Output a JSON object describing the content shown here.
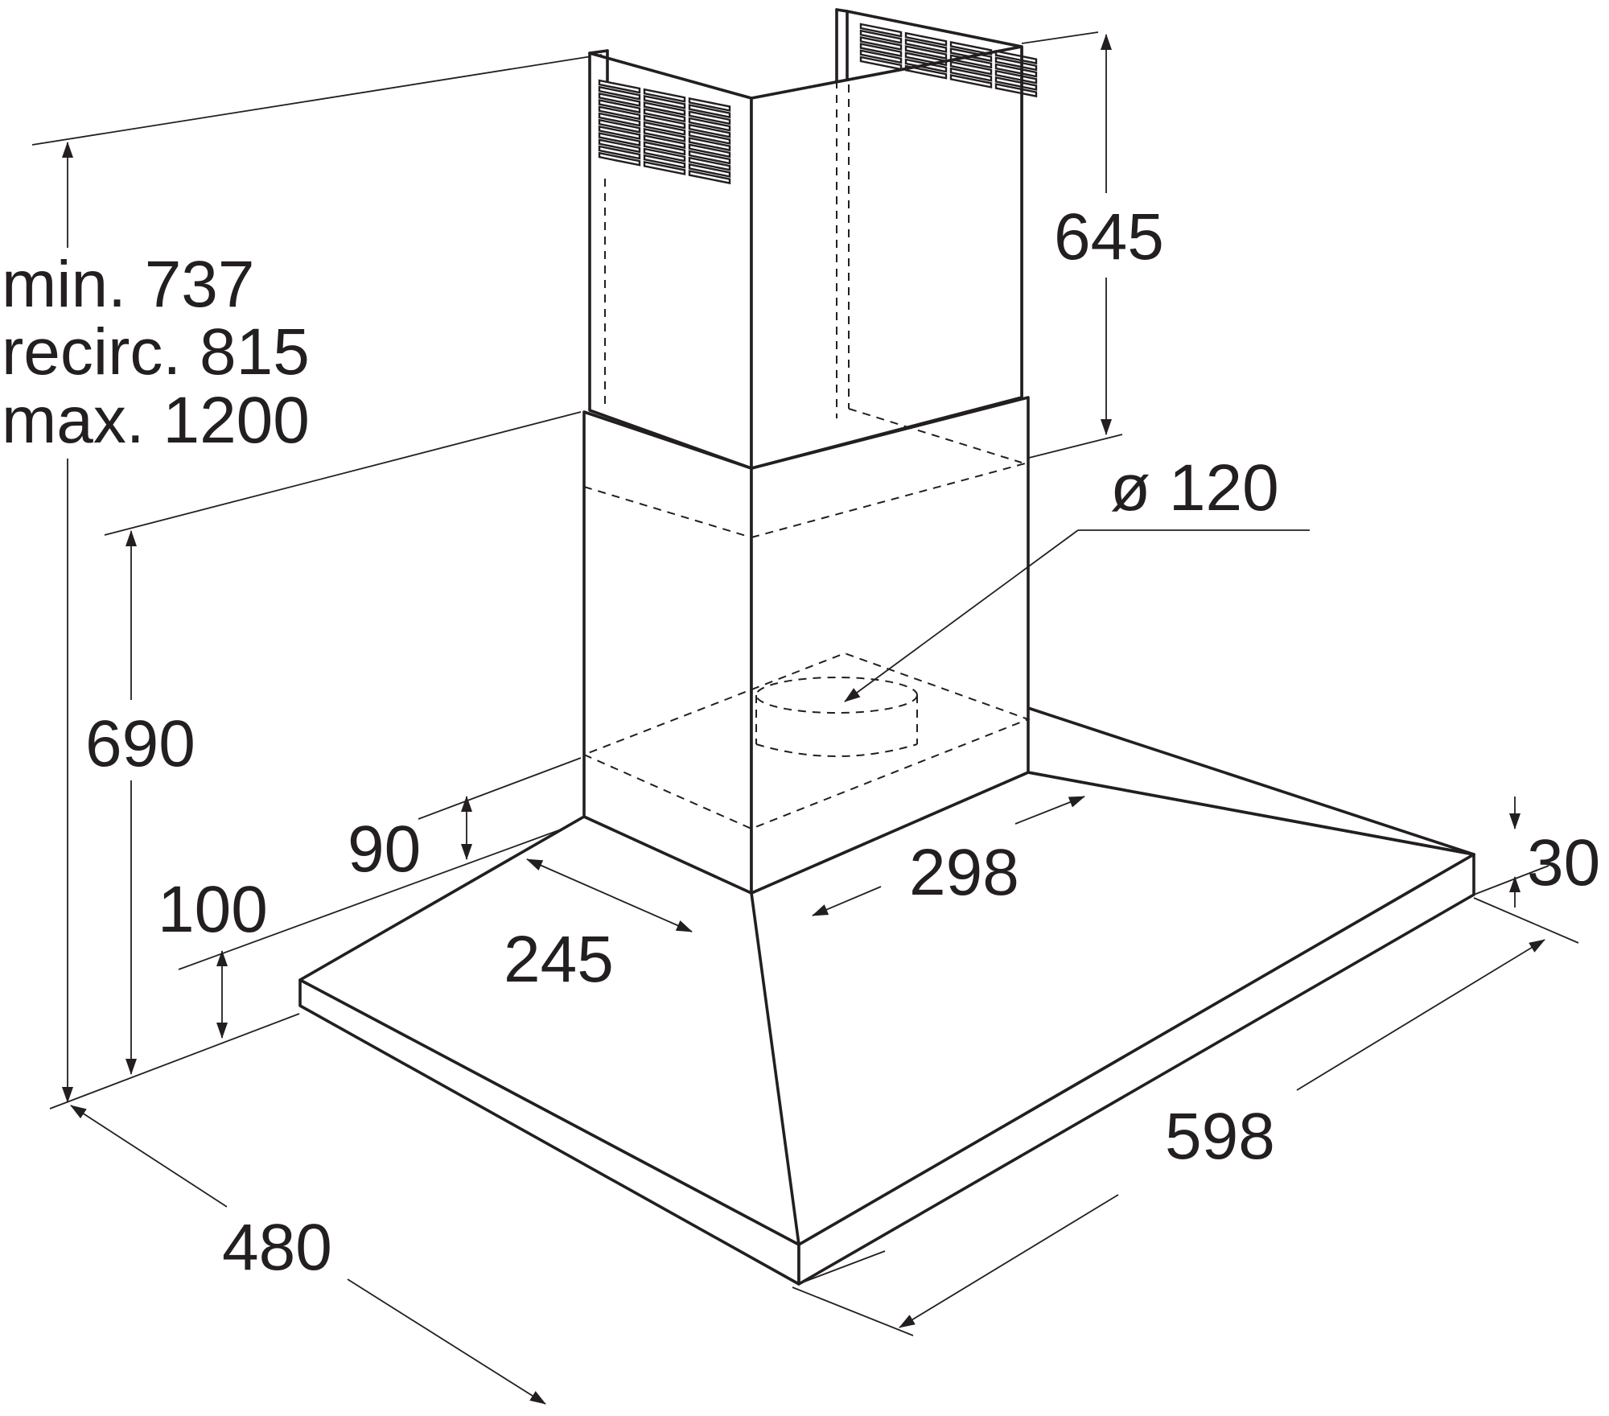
{
  "dimensions": {
    "height_min": "min. 737",
    "height_recirc": "recirc. 815",
    "height_max": "max. 1200",
    "chimney_height": "645",
    "duct_diameter": "ø 120",
    "body_height": "690",
    "lower_step": "90",
    "canopy_edge": "100",
    "chimney_depth": "245",
    "chimney_width": "298",
    "rim_thickness": "30",
    "overall_width": "598",
    "overall_depth": "480"
  },
  "colors": {
    "line": "#231f20",
    "background": "#ffffff"
  }
}
